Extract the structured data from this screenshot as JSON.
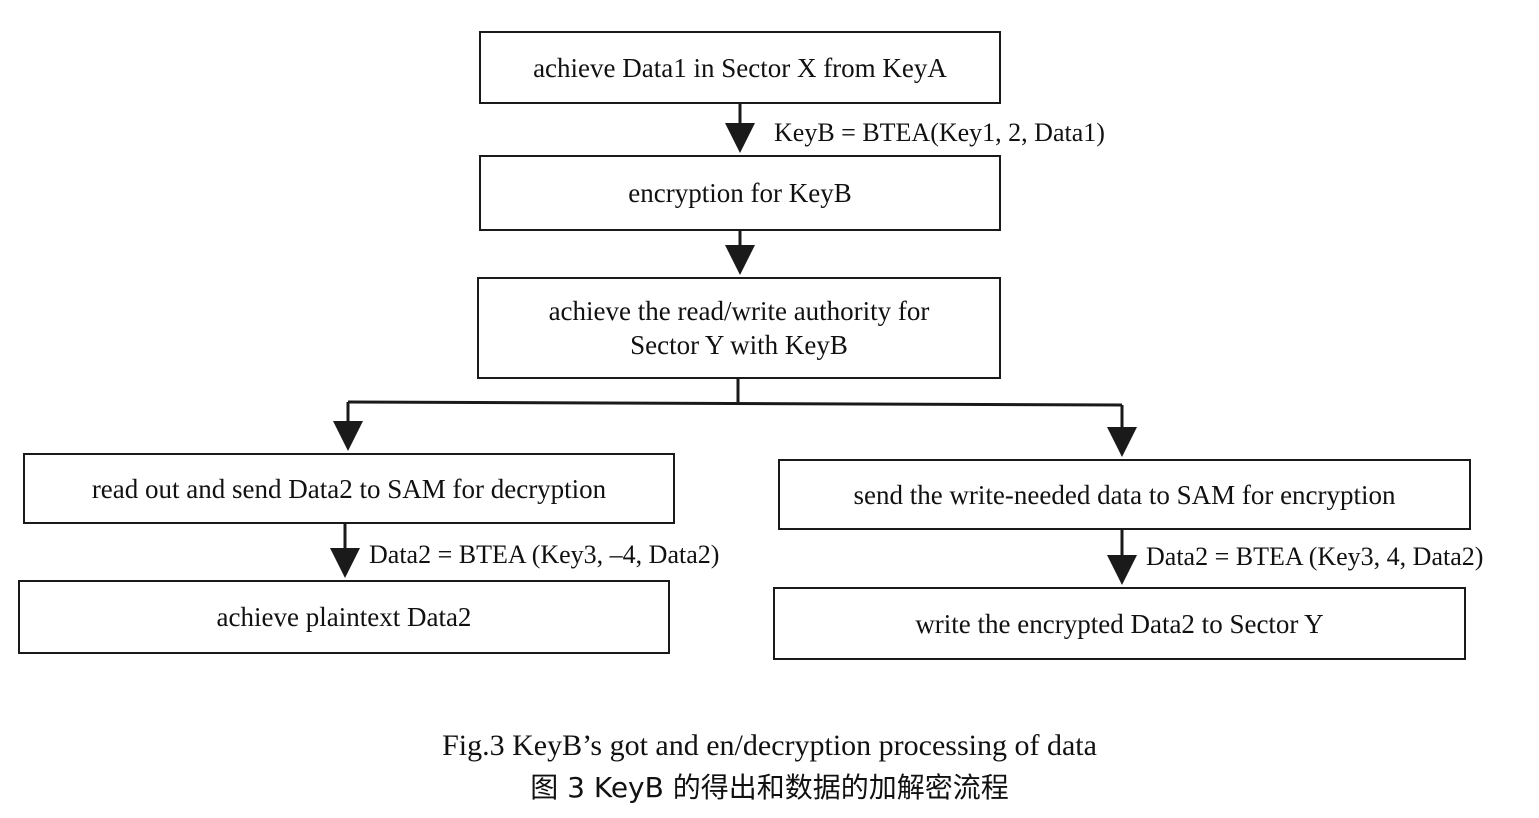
{
  "nodes": {
    "n1": "achieve Data1 in Sector X from KeyA",
    "n2": "encryption for KeyB",
    "n3_line1": "achieve the read/write authority for",
    "n3_line2": "Sector Y with KeyB",
    "n4": "read out and send Data2 to SAM for decryption",
    "n5": "achieve plaintext Data2",
    "n6": "send the write-needed data to SAM for encryption",
    "n7": "write the encrypted Data2 to Sector Y"
  },
  "edge_labels": {
    "e1": "KeyB = BTEA(Key1, 2, Data1)",
    "e4": "Data2 = BTEA (Key3, –4, Data2)",
    "e6": "Data2 = BTEA (Key3, 4, Data2)"
  },
  "caption": {
    "en": "Fig.3 KeyB’s got and en/decryption processing of data",
    "zh": "图 3 KeyB 的得出和数据的加解密流程"
  },
  "colors": {
    "line": "#1a1a1a",
    "text": "#111111",
    "background": "#ffffff"
  }
}
